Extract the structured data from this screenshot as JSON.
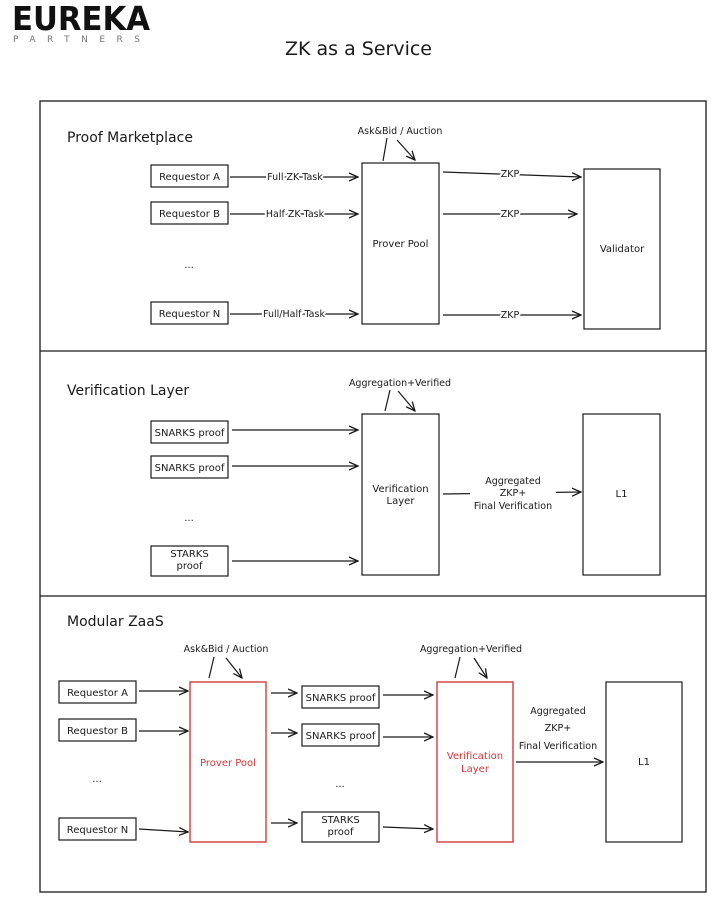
{
  "header": {
    "logo_main": "EUREKA",
    "logo_sub": "PARTNERS",
    "title": "ZK as a Service"
  },
  "sections": [
    {
      "title": "Proof Marketplace",
      "requestors": [
        "Requestor A",
        "Requestor B",
        "Requestor N"
      ],
      "ellipsis": "...",
      "tasks": [
        "Full ZK Task",
        "Half ZK Task",
        "Full/Half Task"
      ],
      "auction": "Ask&Bid / Auction",
      "pool": "Prover Pool",
      "zkp": [
        "ZKP",
        "ZKP",
        "ZKP"
      ],
      "validator": "Validator"
    },
    {
      "title": "Verification Layer",
      "proofs": [
        "SNARKS proof",
        "SNARKS proof",
        "STARKS proof"
      ],
      "ellipsis": "...",
      "aggregation": "Aggregation+Verified",
      "layer": "Verification Layer",
      "final_label": [
        "Aggregated",
        "ZKP+",
        "Final Verification"
      ],
      "l1": "L1"
    },
    {
      "title": "Modular ZaaS",
      "requestors": [
        "Requestor A",
        "Requestor B",
        "Requestor N"
      ],
      "ellipsis": "...",
      "auction": "Ask&Bid / Auction",
      "pool": "Prover Pool",
      "proofs": [
        "SNARKS proof",
        "SNARKS proof",
        "STARKS proof"
      ],
      "ellipsis2": "...",
      "aggregation": "Aggregation+Verified",
      "layer": "Verification Layer",
      "final_label": [
        "Aggregated",
        "ZKP+",
        "Final Verification"
      ],
      "l1": "L1"
    }
  ],
  "colors": {
    "stroke": "#1a1a1a",
    "accent_red": "#d23b3b"
  }
}
